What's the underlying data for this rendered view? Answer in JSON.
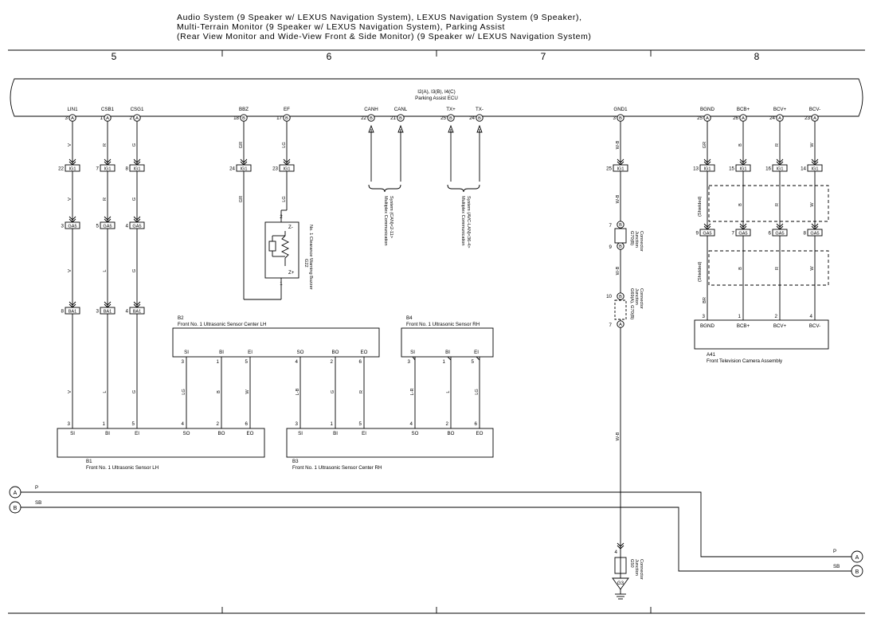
{
  "title": {
    "lines": [
      "Audio System (9 Speaker w/ LEXUS Navigation System), LEXUS Navigation System (9 Speaker),",
      "Multi-Terrain Monitor (9 Speaker w/ LEXUS Navigation System), Parking Assist",
      "(Rear View Monitor and Wide-View Front & Side Monitor) (9 Speaker w/ LEXUS Navigation System)"
    ]
  },
  "columns": [
    "5",
    "6",
    "7",
    "8"
  ],
  "ecu": {
    "code": "I2(A), I3(B), I4(C)",
    "name": "Parking Assist ECU",
    "pins": [
      {
        "name": "LIN1",
        "num": "3",
        "conn": "A"
      },
      {
        "name": "CSB1",
        "num": "1",
        "conn": "A"
      },
      {
        "name": "CSG1",
        "num": "2",
        "conn": "A"
      },
      {
        "name": "BBZ",
        "num": "18",
        "conn": "B"
      },
      {
        "name": "EF",
        "num": "17",
        "conn": "B"
      },
      {
        "name": "CANH",
        "num": "22",
        "conn": "B"
      },
      {
        "name": "CANL",
        "num": "21",
        "conn": "B"
      },
      {
        "name": "TX+",
        "num": "25",
        "conn": "B"
      },
      {
        "name": "TX-",
        "num": "24",
        "conn": "B"
      },
      {
        "name": "GND1",
        "num": "3",
        "conn": "B"
      },
      {
        "name": "BGND",
        "num": "25",
        "conn": "A"
      },
      {
        "name": "BCB+",
        "num": "26",
        "conn": "A"
      },
      {
        "name": "BCV+",
        "num": "24",
        "conn": "A"
      },
      {
        "name": "BCV-",
        "num": "23",
        "conn": "A"
      }
    ]
  },
  "wires": {
    "lin1": {
      "c1": "V",
      "c2": "V",
      "c3": "V",
      "c4": "V"
    },
    "csb1": {
      "c1": "R",
      "c2": "R",
      "c3": "L",
      "c4": "L"
    },
    "csg1": {
      "c1": "G",
      "c2": "G",
      "c3": "G",
      "c4": "G"
    },
    "bbz": {
      "c1": "GR",
      "c2": "GR"
    },
    "ef": {
      "c1": "LG",
      "c2": "LG"
    },
    "gnd": {
      "c1": "W-B",
      "c2": "W-B",
      "c3": "W-B",
      "c4": "W-B"
    },
    "bgnd": {
      "c1": "GR",
      "c3": "BR"
    },
    "bcb": {
      "c1": "B",
      "c2": "B",
      "c3": "B"
    },
    "bcvp": {
      "c1": "R",
      "c2": "R",
      "c3": "R"
    },
    "bcvn": {
      "c1": "W",
      "c2": "W",
      "c3": "W"
    },
    "sensor_lh": {
      "si": "V",
      "bi": "L",
      "ei": "G"
    },
    "b2_b1": {
      "si": "LG",
      "bi": "B",
      "ei": "W"
    },
    "b2_b3": {
      "so": "L-B",
      "bo": "G",
      "eo": "R"
    },
    "b4_b3": {
      "si": "L-R",
      "bi": "L",
      "ei": "LG"
    }
  },
  "connectors": {
    "ig1": "IG1",
    "ga5": "GA5",
    "ba1": "BA1",
    "ig1_pins": [
      "22",
      "7",
      "8",
      "24",
      "23",
      "25",
      "13",
      "15",
      "16",
      "14"
    ],
    "ga5_pins": [
      "3",
      "5",
      "4",
      "9",
      "7",
      "6",
      "8"
    ],
    "ba1_pins": [
      "8",
      "3",
      "4"
    ]
  },
  "buzzer": {
    "code": "G22",
    "name": "No. 1 Clearance Warning Buzzer",
    "pin_top": "2",
    "pin_bottom": "1",
    "zm": "Z-",
    "zp": "Z+"
  },
  "multiplex": {
    "can_line1": "Multiplex Communication",
    "can_line2": "System (CAN)<2-11>",
    "avc_line1": "Multiplex Communication",
    "avc_line2": "System (AVC-LAN)<36-4>"
  },
  "junctions": {
    "g70": {
      "code": "G70(B)",
      "name1": "Junction",
      "name2": "Connector",
      "pin_a": "7",
      "pin_b": "9",
      "conn": "B"
    },
    "g69": {
      "code": "G69(A), G70(B)",
      "name1": "Junction",
      "name2": "Connector",
      "pin_a": "10",
      "pin_b": "7",
      "conn_a": "B",
      "conn_b": "A"
    },
    "g50": {
      "code": "G50",
      "name1": "Junction",
      "name2": "Connector",
      "pin": "4"
    },
    "ground": "G3"
  },
  "shielded": "(Shielded)",
  "b2": {
    "code": "B2",
    "name": "Front No. 1 Ultrasonic Sensor Center LH",
    "pins": [
      {
        "label": "SI",
        "num": "3"
      },
      {
        "label": "BI",
        "num": "1"
      },
      {
        "label": "EI",
        "num": "5"
      },
      {
        "label": "SO",
        "num": "4"
      },
      {
        "label": "BO",
        "num": "2"
      },
      {
        "label": "EO",
        "num": "6"
      }
    ]
  },
  "b4": {
    "code": "B4",
    "name": "Front No. 1 Ultrasonic Sensor RH",
    "pins": [
      {
        "label": "SI",
        "num": "3"
      },
      {
        "label": "BI",
        "num": "1"
      },
      {
        "label": "EI",
        "num": "5"
      }
    ]
  },
  "b1": {
    "code": "B1",
    "name": "Front No. 1 Ultrasonic Sensor LH",
    "pins": [
      {
        "label": "SI",
        "num": "3"
      },
      {
        "label": "BI",
        "num": "1"
      },
      {
        "label": "EI",
        "num": "5"
      },
      {
        "label": "SO",
        "num": "4"
      },
      {
        "label": "BO",
        "num": "2"
      },
      {
        "label": "EO",
        "num": "6"
      }
    ]
  },
  "b3": {
    "code": "B3",
    "name": "Front No. 1 Ultrasonic Sensor Center RH",
    "pins": [
      {
        "label": "SI",
        "num": "3"
      },
      {
        "label": "BI",
        "num": "1"
      },
      {
        "label": "EI",
        "num": "5"
      },
      {
        "label": "SO",
        "num": "4"
      },
      {
        "label": "BO",
        "num": "2"
      },
      {
        "label": "EO",
        "num": "6"
      }
    ]
  },
  "a41": {
    "code": "A41",
    "name": "Front Television Camera Assembly",
    "pins": [
      {
        "label": "BGND",
        "num": "3"
      },
      {
        "label": "BCB+",
        "num": "1"
      },
      {
        "label": "BCV+",
        "num": "2"
      },
      {
        "label": "BCV-",
        "num": "4"
      }
    ]
  },
  "offpage": {
    "left": [
      {
        "id": "A",
        "color": "P"
      },
      {
        "id": "B",
        "color": "SB"
      }
    ],
    "right": [
      {
        "id": "A",
        "color": "P"
      },
      {
        "id": "B",
        "color": "SB"
      }
    ]
  }
}
